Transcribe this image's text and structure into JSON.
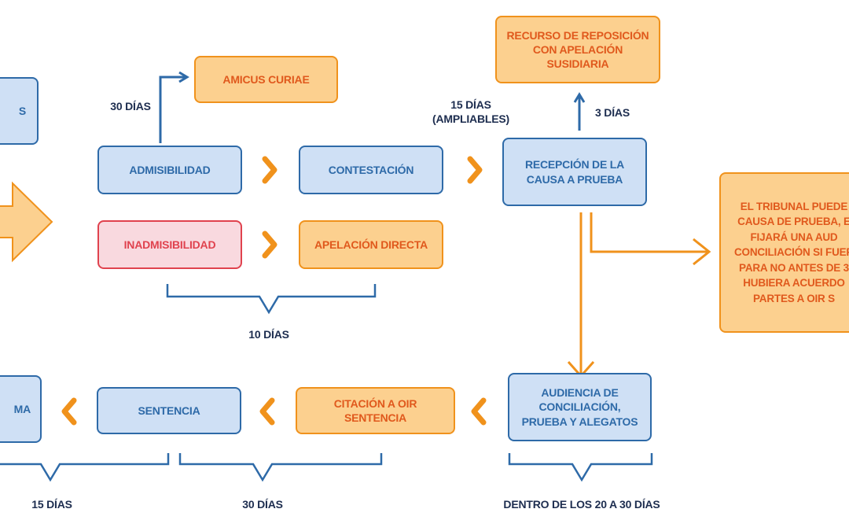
{
  "colors": {
    "blue_fill": "#cfe0f5",
    "blue_border": "#2e6aa8",
    "orange_fill": "#fcd08f",
    "orange_border": "#f0921c",
    "orange_text": "#e0591d",
    "red_fill": "#f9d9df",
    "red_border": "#e0424e",
    "label_text": "#1d2d4f"
  },
  "nodes": {
    "left_top_partial": "S",
    "amicus_curiae": "AMICUS CURIAE",
    "admisibilidad": "ADMISIBILIDAD",
    "contestacion": "CONTESTACIÓN",
    "inadmisibilidad": "INADMISIBILIDAD",
    "apelacion_directa": "APELACIÓN DIRECTA",
    "recurso_reposicion": "RECURSO DE REPOSICIÓN\nCON APELACIÓN SUSIDIARIA",
    "recepcion_causa": "RECEPCIÓN DE LA\nCAUSA A PRUEBA",
    "tribunal_note": "EL TRIBUNAL PUEDE\nCAUSA DE PRUEBA, E\nFIJARÁ UNA AUD\nCONCILIACIÓN SI FUER\nPARA NO ANTES DE 3\nHUBIERA ACUERDO\nPARTES A OIR S",
    "audiencia": "AUDIENCIA DE\nCONCILIACIÓN,\nPRUEBA Y ALEGATOS",
    "citacion": "CITACIÓN A OIR SENTENCIA",
    "sentencia": "SENTENCIA",
    "left_bottom_partial": "MA"
  },
  "labels": {
    "dias_30_top": "30 DÍAS",
    "dias_15_ampliables": "15 DÍAS\n(AMPLIABLES)",
    "dias_3": "3 DÍAS",
    "dias_10": "10 DÍAS",
    "dias_15_bottom": "15 DÍAS",
    "dias_30_bottom": "30 DÍAS",
    "dentro_20_30": "DENTRO DE LOS 20 A 30 DÍAS"
  }
}
